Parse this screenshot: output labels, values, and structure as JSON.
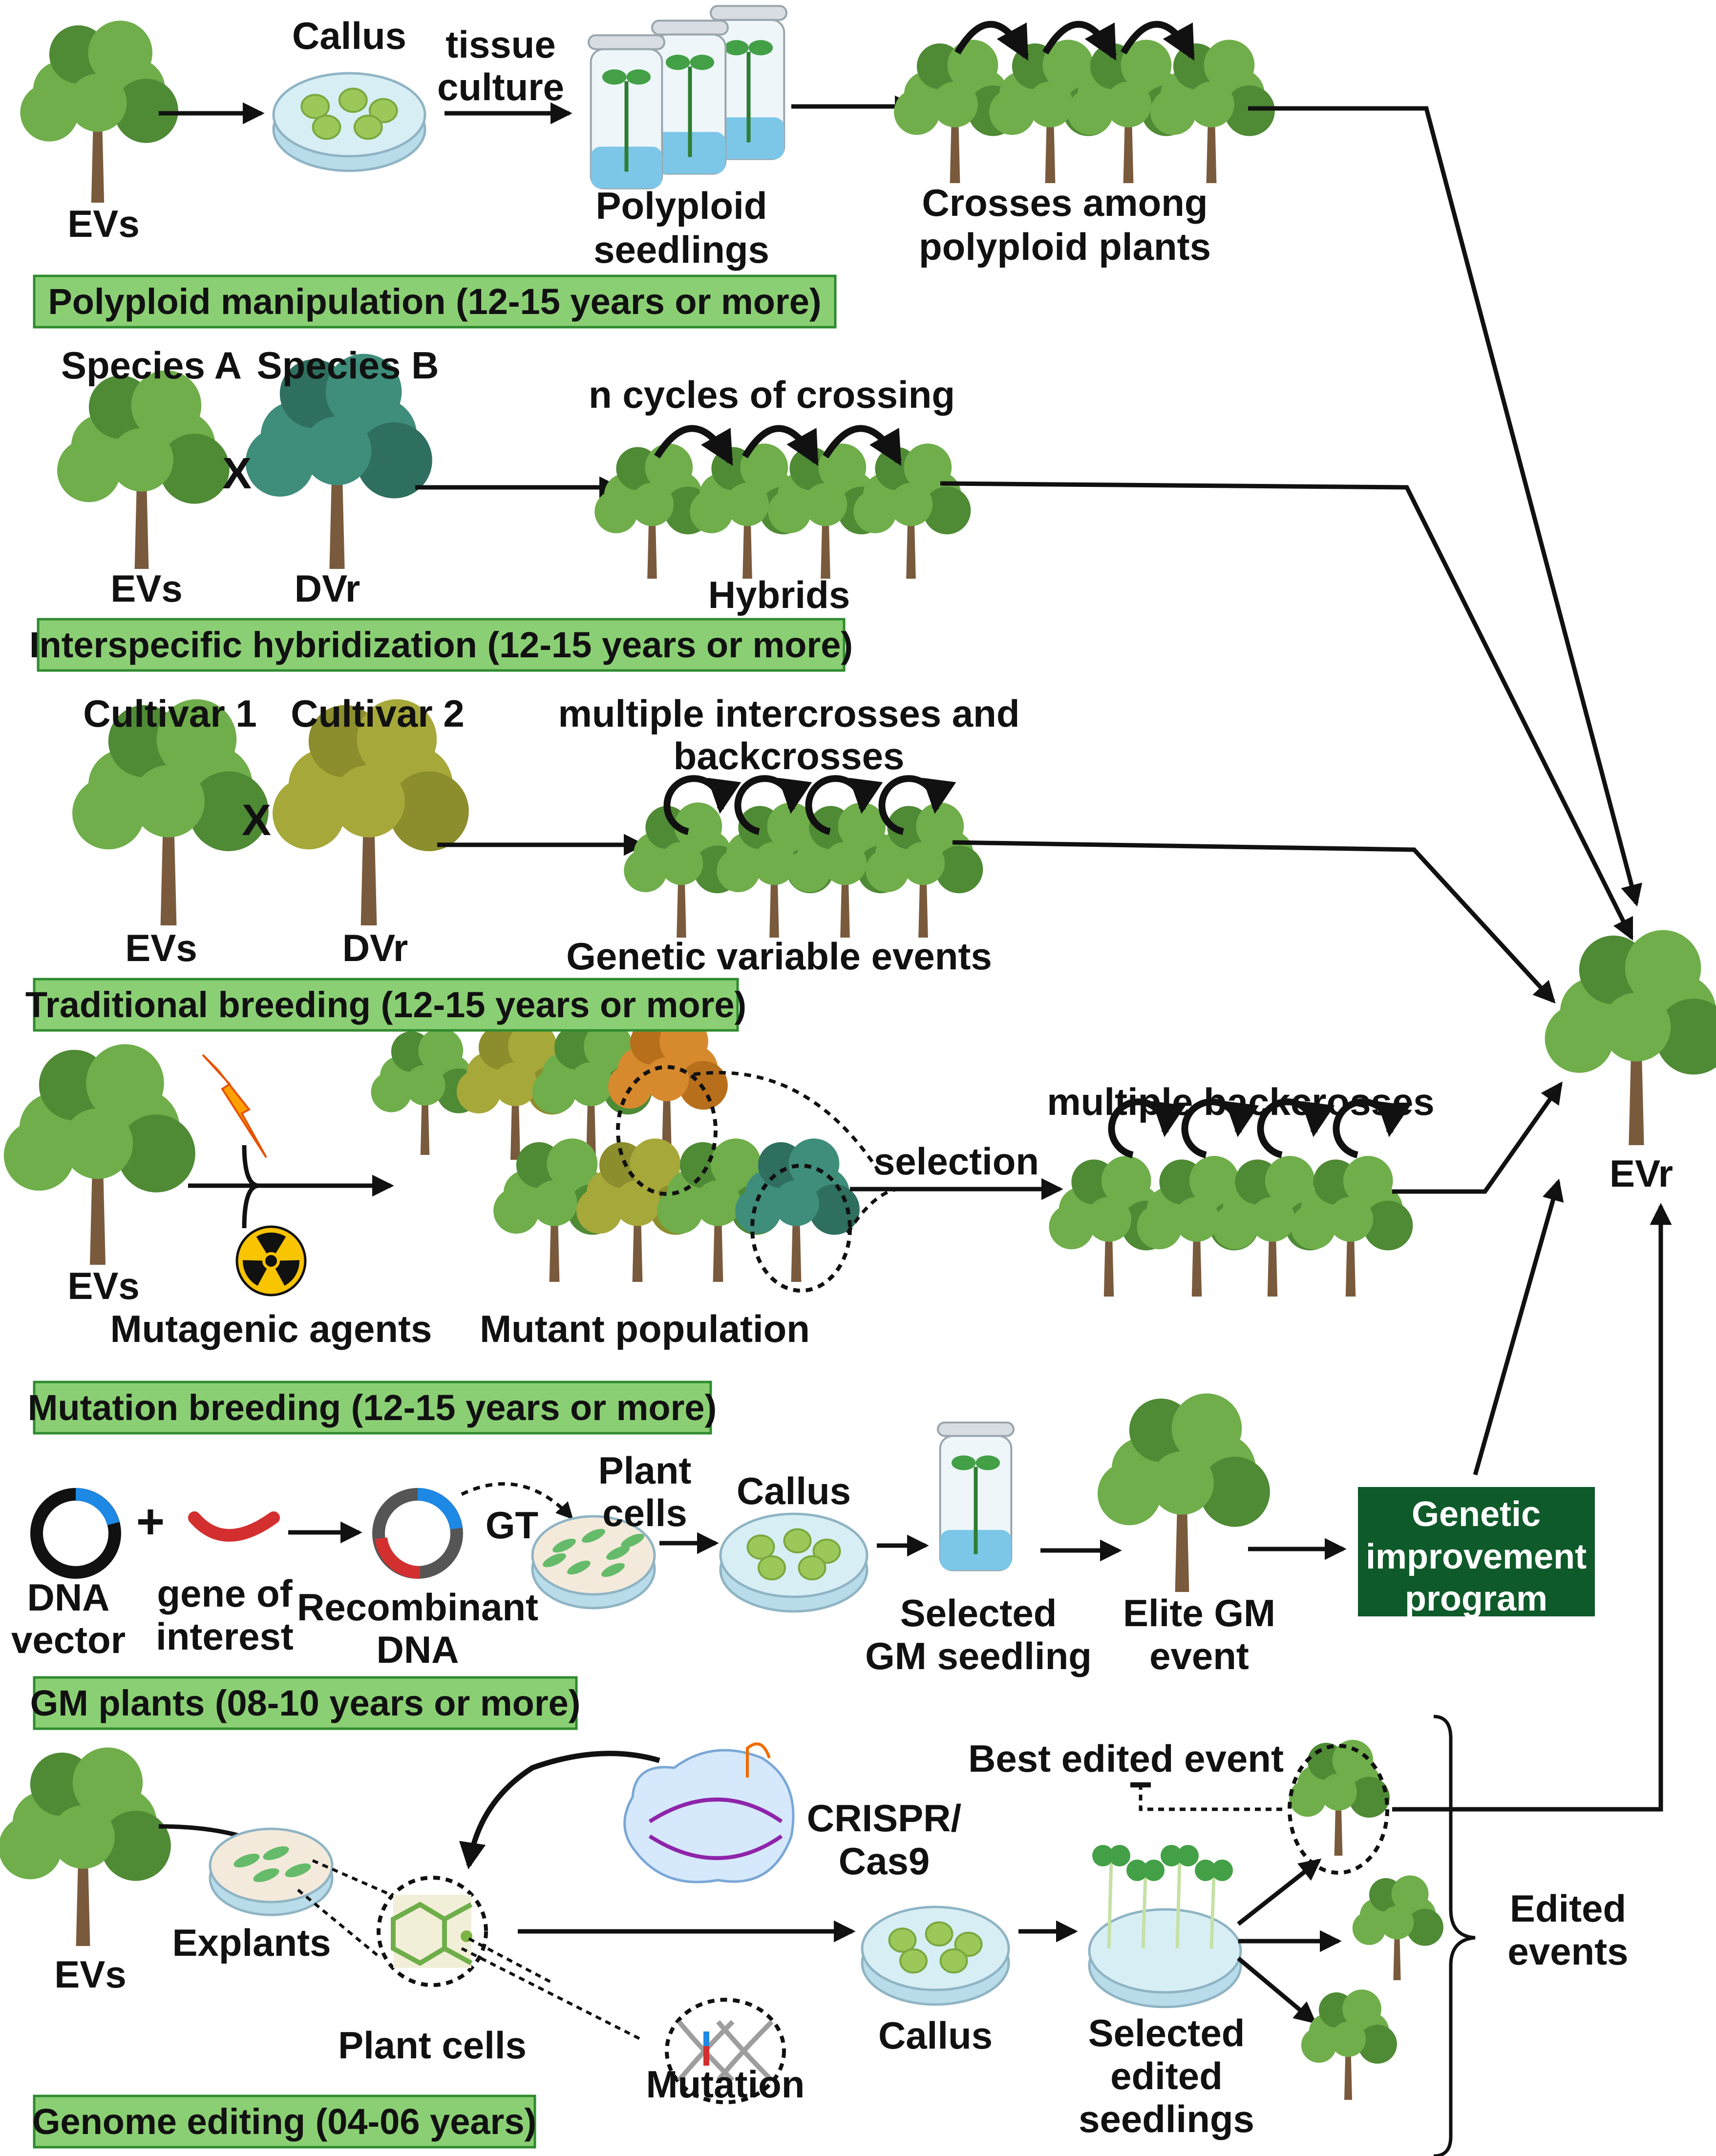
{
  "colors": {
    "banner_fill": "#8bcf74",
    "banner_stroke": "#2e8b2e",
    "program_fill": "#0f5a2a",
    "trunk": "#7a5a3c",
    "leaf": "#6fae4a",
    "leaf_dark": "#4f8a35",
    "leaf_olive": "#a7a83a",
    "leaf_orange": "#d78a2d",
    "leaf_teal": "#3f8d7b",
    "dish": "#d8eef5",
    "callus": "#9cc85a",
    "jar_liquid": "#7cc7e8",
    "dna_blue": "#1e88e5",
    "dna_red": "#d32f2f",
    "arrow": "#111111"
  },
  "sections": {
    "polyploid": {
      "source_label": "EVs",
      "callus_label": "Callus",
      "tissue_culture_label": [
        "tissue",
        "culture"
      ],
      "seedlings_label": [
        "Polyploid",
        "seedlings"
      ],
      "crosses_label": [
        "Crosses among",
        "polyploid plants"
      ],
      "banner": "Polyploid manipulation (12-15 years or more)"
    },
    "interspecific": {
      "species_a": "Species A",
      "species_b": "Species B",
      "cross_symbol": "X",
      "parent_a": "EVs",
      "parent_b": "DVr",
      "cycles_label": "n cycles of crossing",
      "hybrids_label": "Hybrids",
      "banner": "Interspecific hybridization (12-15 years or more)"
    },
    "traditional": {
      "cultivar_1": "Cultivar 1",
      "cultivar_2": "Cultivar 2",
      "cross_symbol": "X",
      "parent_a": "EVs",
      "parent_b": "DVr",
      "intercross_label": [
        "multiple intercrosses and",
        "backcrosses"
      ],
      "events_label": "Genetic variable events",
      "banner": "Traditional breeding (12-15 years or more)"
    },
    "mutation": {
      "source_label": "EVs",
      "agents_label": "Mutagenic agents",
      "population_label": "Mutant population",
      "selection_label": "selection",
      "backcross_label": "multiple  backcrosses",
      "banner": "Mutation breeding (12-15 years or more)"
    },
    "gm": {
      "vector_label": [
        "DNA",
        "vector"
      ],
      "plus_symbol": "+",
      "gene_label": [
        "gene of",
        "interest"
      ],
      "recombinant_label": [
        "Recombinant",
        "DNA"
      ],
      "gt_label": "GT",
      "plant_cells_label": [
        "Plant",
        "cells"
      ],
      "callus_label": "Callus",
      "seedling_label": [
        "Selected",
        "GM seedling"
      ],
      "elite_label": [
        "Elite GM",
        "event"
      ],
      "program_label": [
        "Genetic",
        "improvement",
        "program"
      ],
      "banner": "GM plants (08-10 years or more)"
    },
    "editing": {
      "source_label": "EVs",
      "explants_label": "Explants",
      "plant_cells_label": "Plant cells",
      "crispr_label": [
        "CRISPR/",
        "Cas9"
      ],
      "mutation_label": "Mutation",
      "callus_label": "Callus",
      "seedlings_label": [
        "Selected",
        "edited",
        "seedlings"
      ],
      "best_event_label": "Best edited event",
      "edited_events_label": [
        "Edited",
        "events"
      ],
      "banner": "Genome editing (04-06 years)"
    },
    "target": {
      "label": "EVr"
    }
  }
}
